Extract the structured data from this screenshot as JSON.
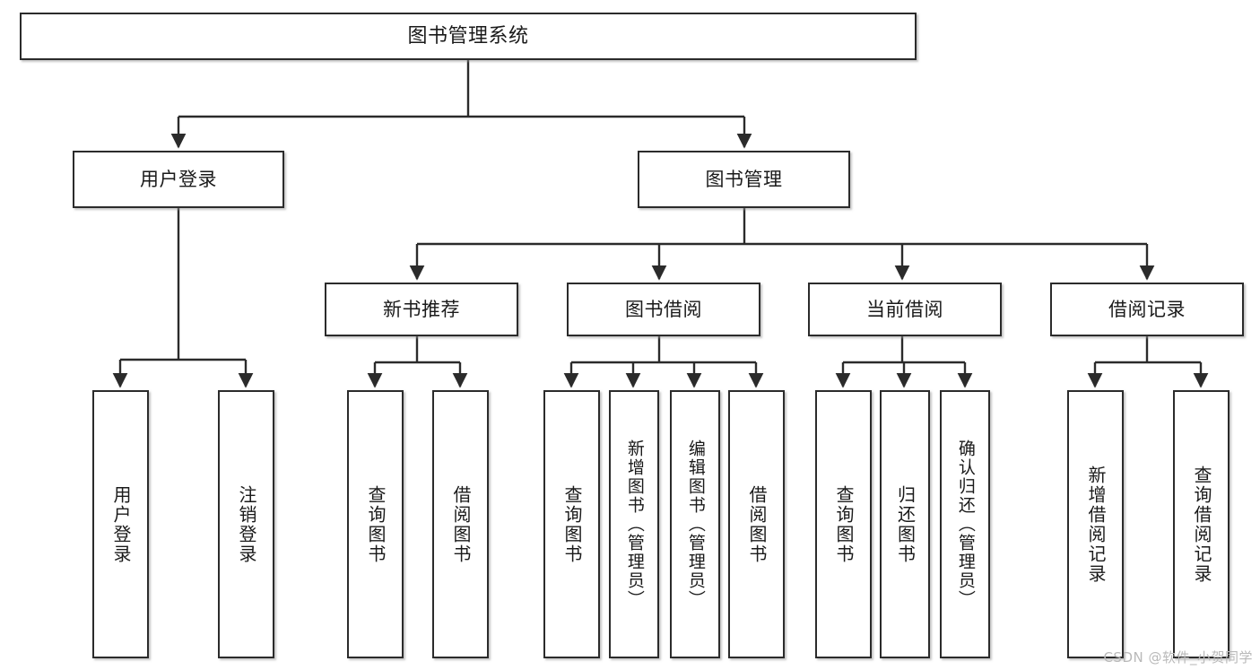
{
  "diagram": {
    "title": "图书管理系统",
    "type": "功能结构图",
    "watermark": "CSDN @软件_小贺同学",
    "colors": {
      "box_border": "#2b2b2b",
      "box_fill": "#ffffff",
      "connector": "#2b2b2b",
      "text": "#1a1a1a",
      "watermark": "#b9b9b9"
    }
  },
  "nodes": {
    "root": {
      "label": "图书管理系统"
    },
    "level2": [
      {
        "label": "用户登录"
      },
      {
        "label": "图书管理"
      }
    ],
    "level3": [
      {
        "label": "新书推荐"
      },
      {
        "label": "图书借阅"
      },
      {
        "label": "当前借阅"
      },
      {
        "label": "借阅记录"
      }
    ],
    "leaves": {
      "user_login": [
        {
          "label": "用户登录"
        },
        {
          "label": "注销登录"
        }
      ],
      "new_book_recommend": [
        {
          "label": "查询图书"
        },
        {
          "label": "借阅图书"
        }
      ],
      "book_borrow": [
        {
          "label": "查询图书"
        },
        {
          "label": "新增图书（管理员）"
        },
        {
          "label": "编辑图书（管理员）"
        },
        {
          "label": "借阅图书"
        }
      ],
      "current_borrow": [
        {
          "label": "查询图书"
        },
        {
          "label": "归还图书"
        },
        {
          "label": "确认归还（管理员）"
        }
      ],
      "borrow_record": [
        {
          "label": "新增借阅记录"
        },
        {
          "label": "查询借阅记录"
        }
      ]
    }
  }
}
